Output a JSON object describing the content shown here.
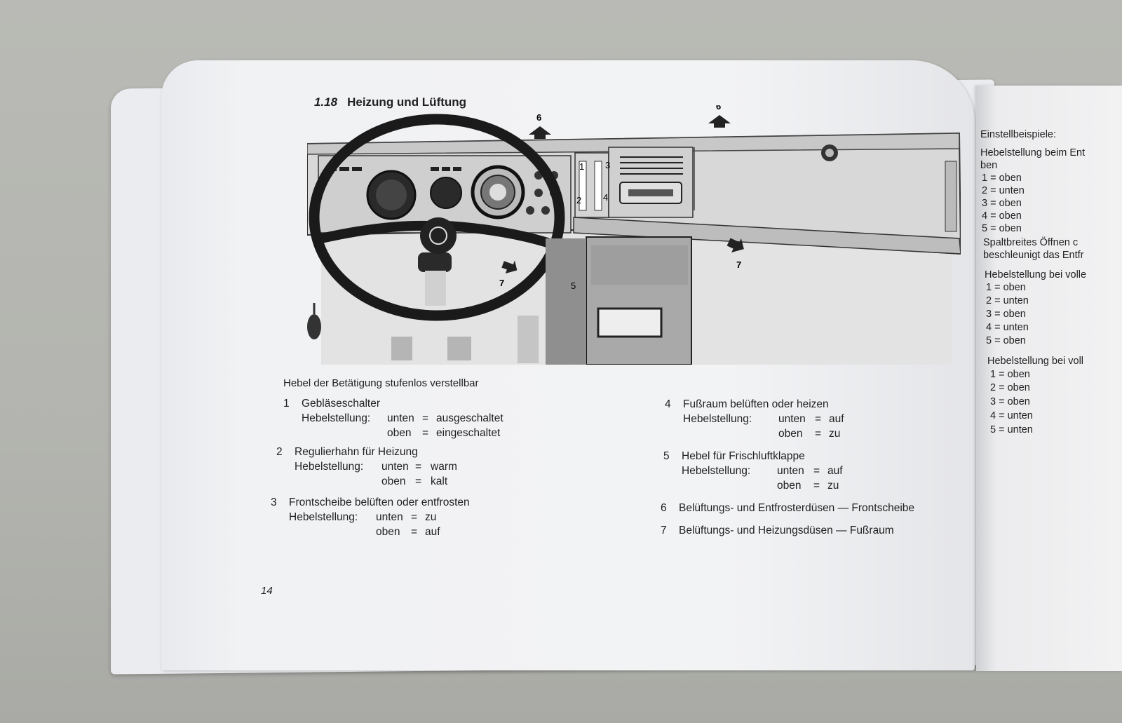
{
  "heading": {
    "number": "1.18",
    "title": "Heizung und Lüftung"
  },
  "intro": "Hebel der Betätigung stufenlos verstellbar",
  "hebel_label": "Hebelstellung:",
  "items_left": [
    {
      "n": "1",
      "title": "Gebläseschalter",
      "rows": [
        {
          "pos": "unten",
          "val": "ausgeschaltet"
        },
        {
          "pos": "oben",
          "val": "eingeschaltet"
        }
      ]
    },
    {
      "n": "2",
      "title": "Regulierhahn für Heizung",
      "rows": [
        {
          "pos": "unten",
          "val": "warm"
        },
        {
          "pos": "oben",
          "val": "kalt"
        }
      ]
    },
    {
      "n": "3",
      "title": "Frontscheibe belüften oder entfrosten",
      "rows": [
        {
          "pos": "unten",
          "val": "zu"
        },
        {
          "pos": "oben",
          "val": "auf"
        }
      ]
    }
  ],
  "items_right": [
    {
      "n": "4",
      "title": "Fußraum belüften oder heizen",
      "rows": [
        {
          "pos": "unten",
          "val": "auf"
        },
        {
          "pos": "oben",
          "val": "zu"
        }
      ]
    },
    {
      "n": "5",
      "title": "Hebel für Frischluftklappe",
      "rows": [
        {
          "pos": "unten",
          "val": "auf"
        },
        {
          "pos": "oben",
          "val": "zu"
        }
      ]
    },
    {
      "n": "6",
      "title": "Belüftungs- und Entfrosterdüsen — Frontscheibe"
    },
    {
      "n": "7",
      "title": "Belüftungs- und Heizungsdüsen — Fußraum"
    }
  ],
  "page_number": "14",
  "diagram_labels": {
    "n1": "1",
    "n2": "2",
    "n3": "3",
    "n4": "4",
    "n5": "5",
    "n6": "6",
    "n7": "7"
  },
  "right_page": {
    "title": "Einstellbeispiele:",
    "block1_title": "Hebelstellung beim Ent",
    "block1_title_cont": "ben",
    "block1": [
      "1 = oben",
      "2 = unten",
      "3 = oben",
      "4 = oben",
      "5 = oben"
    ],
    "note1": "Spaltbreites Öffnen c",
    "note2": "beschleunigt das Entfr",
    "block2_title": "Hebelstellung bei volle",
    "block2": [
      "1 = oben",
      "2 = unten",
      "3 = oben",
      "4 = unten",
      "5 = oben"
    ],
    "block3_title": "Hebelstellung bei voll",
    "block3": [
      "1 = oben",
      "2 = oben",
      "3 = oben",
      "4 = unten",
      "5 = unten"
    ]
  }
}
